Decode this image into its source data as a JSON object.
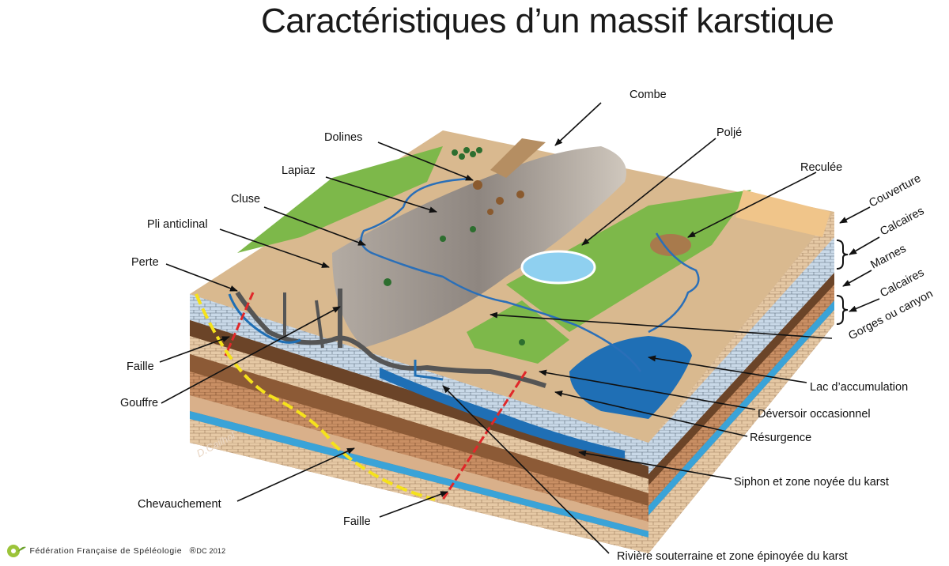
{
  "title": "Caractéristiques d’un massif karstique",
  "labels": {
    "combe": "Combe",
    "dolines": "Dolines",
    "polje": "Poljé",
    "lapiaz": "Lapiaz",
    "reculee": "Reculée",
    "cluse": "Cluse",
    "pli_anticlinal": "Pli anticlinal",
    "perte": "Perte",
    "faille_left": "Faille",
    "gouffre": "Gouffre",
    "chevauchement": "Chevauchement",
    "faille_bottom": "Faille",
    "lac": "Lac d’accumulation",
    "deversoir": "Déversoir occasionnel",
    "resurgence": "Résurgence",
    "siphon": "Siphon et zone noyée du karst",
    "riviere": "Rivière souterraine et zone épinoyée du karst"
  },
  "strata": {
    "couverture": "Couverture",
    "calcaires_1": "Calcaires",
    "marnes": "Marnes",
    "calcaires_2": "Calcaires",
    "gorges": "Gorges ou canyon"
  },
  "footer": {
    "org": "Fédération Française de Spéléologie",
    "reg": "®",
    "dc": "DC 2012"
  },
  "credit": "D.Cailhol",
  "colors": {
    "grass": "#7db84a",
    "beige": "#d9b98f",
    "water": "#1f6fb5",
    "limestone": "#c9d9e8",
    "marl": "#8a5a34",
    "fault_red": "#e0282a",
    "thrust_yellow": "#f5e21c"
  }
}
